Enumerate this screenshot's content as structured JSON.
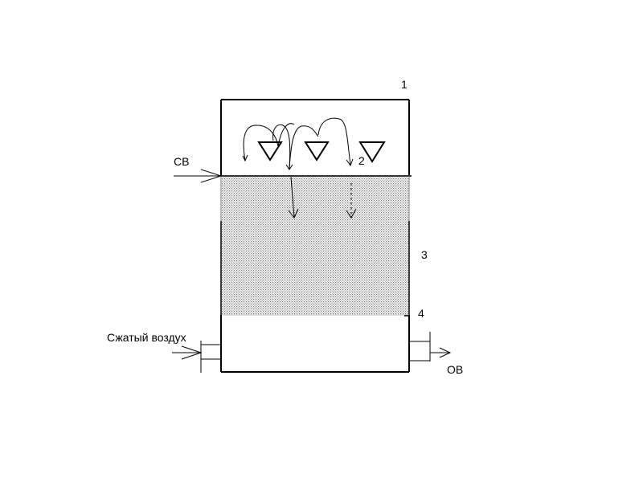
{
  "labels": {
    "n1": "1",
    "n2": "2",
    "n3": "3",
    "n4": "4",
    "inlet": "СВ",
    "air": "Сжатый воздух",
    "outlet": "ОВ"
  },
  "colors": {
    "line": "#000000",
    "filter_dots": "#6e6e6e",
    "background": "#ffffff"
  }
}
